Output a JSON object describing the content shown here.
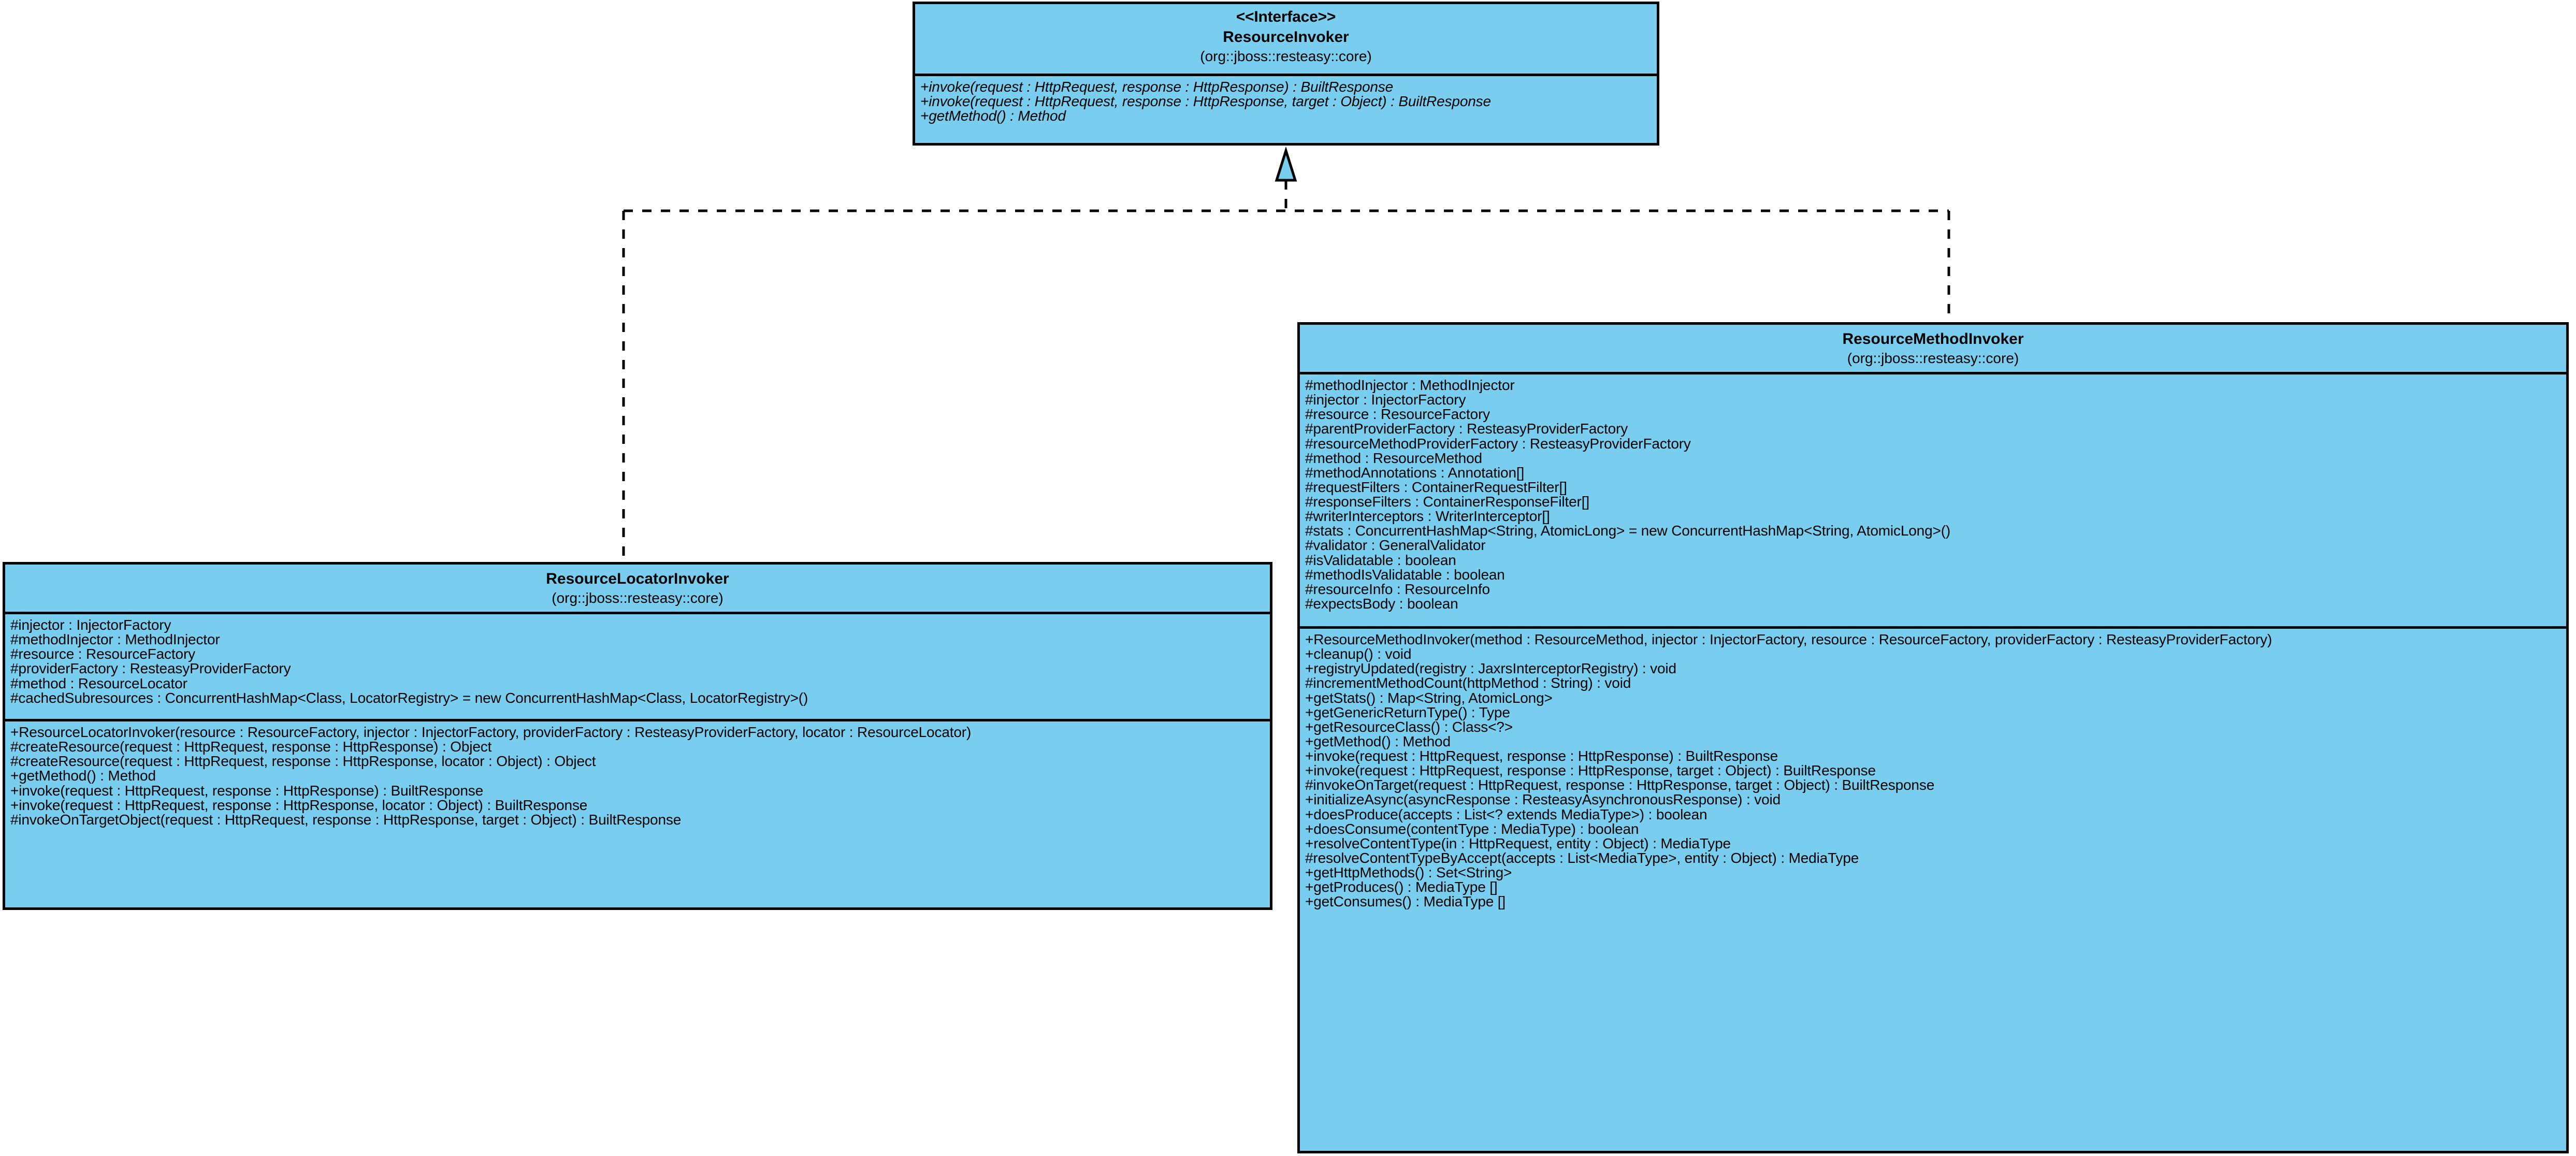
{
  "diagram": {
    "type": "uml-class-diagram",
    "background_color": "#ffffff",
    "box_fill_color": "#79CDEF",
    "box_border_color": "#000000",
    "relationship": "realization"
  },
  "classes": {
    "resource_invoker": {
      "stereotype": "<<Interface>>",
      "name": "ResourceInvoker",
      "package": "(org::jboss::resteasy::core)",
      "attributes": [],
      "operations": [
        "+invoke(request : HttpRequest, response : HttpResponse) : BuiltResponse",
        "+invoke(request : HttpRequest, response : HttpResponse, target : Object) : BuiltResponse",
        "+getMethod() : Method"
      ]
    },
    "resource_locator_invoker": {
      "stereotype": "",
      "name": "ResourceLocatorInvoker",
      "package": "(org::jboss::resteasy::core)",
      "attributes": [
        "#injector : InjectorFactory",
        "#methodInjector : MethodInjector",
        "#resource : ResourceFactory",
        "#providerFactory : ResteasyProviderFactory",
        "#method : ResourceLocator",
        "#cachedSubresources : ConcurrentHashMap<Class, LocatorRegistry>  = new ConcurrentHashMap<Class, LocatorRegistry>()"
      ],
      "operations": [
        "+ResourceLocatorInvoker(resource : ResourceFactory, injector : InjectorFactory, providerFactory : ResteasyProviderFactory, locator : ResourceLocator)",
        "#createResource(request : HttpRequest, response : HttpResponse) : Object",
        "#createResource(request : HttpRequest, response : HttpResponse, locator : Object) : Object",
        "+getMethod() : Method",
        "+invoke(request : HttpRequest, response : HttpResponse) : BuiltResponse",
        "+invoke(request : HttpRequest, response : HttpResponse, locator : Object) : BuiltResponse",
        "#invokeOnTargetObject(request : HttpRequest, response : HttpResponse, target : Object) : BuiltResponse"
      ]
    },
    "resource_method_invoker": {
      "stereotype": "",
      "name": "ResourceMethodInvoker",
      "package": "(org::jboss::resteasy::core)",
      "attributes": [
        "#methodInjector : MethodInjector",
        "#injector : InjectorFactory",
        "#resource : ResourceFactory",
        "#parentProviderFactory : ResteasyProviderFactory",
        "#resourceMethodProviderFactory : ResteasyProviderFactory",
        "#method : ResourceMethod",
        "#methodAnnotations : Annotation[]",
        "#requestFilters : ContainerRequestFilter[]",
        "#responseFilters : ContainerResponseFilter[]",
        "#writerInterceptors : WriterInterceptor[]",
        "#stats : ConcurrentHashMap<String, AtomicLong> = new ConcurrentHashMap<String, AtomicLong>()",
        "#validator : GeneralValidator",
        "#isValidatable : boolean",
        "#methodIsValidatable : boolean",
        "#resourceInfo : ResourceInfo",
        "#expectsBody : boolean"
      ],
      "operations": [
        "+ResourceMethodInvoker(method : ResourceMethod, injector : InjectorFactory, resource : ResourceFactory, providerFactory : ResteasyProviderFactory)",
        "+cleanup() : void",
        "+registryUpdated(registry : JaxrsInterceptorRegistry) : void",
        "#incrementMethodCount(httpMethod : String) : void",
        "+getStats() : Map<String, AtomicLong>",
        "+getGenericReturnType() : Type",
        "+getResourceClass() : Class<?>",
        "+getMethod() : Method",
        "+invoke(request : HttpRequest, response : HttpResponse) : BuiltResponse",
        "+invoke(request : HttpRequest, response : HttpResponse, target : Object) : BuiltResponse",
        "#invokeOnTarget(request : HttpRequest, response : HttpResponse, target : Object) : BuiltResponse",
        "+initializeAsync(asyncResponse : ResteasyAsynchronousResponse) : void",
        "+doesProduce(accepts : List<? extends MediaType>) : boolean",
        "+doesConsume(contentType : MediaType) : boolean",
        "+resolveContentType(in : HttpRequest, entity : Object) : MediaType",
        "#resolveContentTypeByAccept(accepts : List<MediaType>, entity : Object) : MediaType",
        "+getHttpMethods() : Set<String>",
        "+getProduces() : MediaType []",
        "+getConsumes() : MediaType []"
      ]
    }
  }
}
